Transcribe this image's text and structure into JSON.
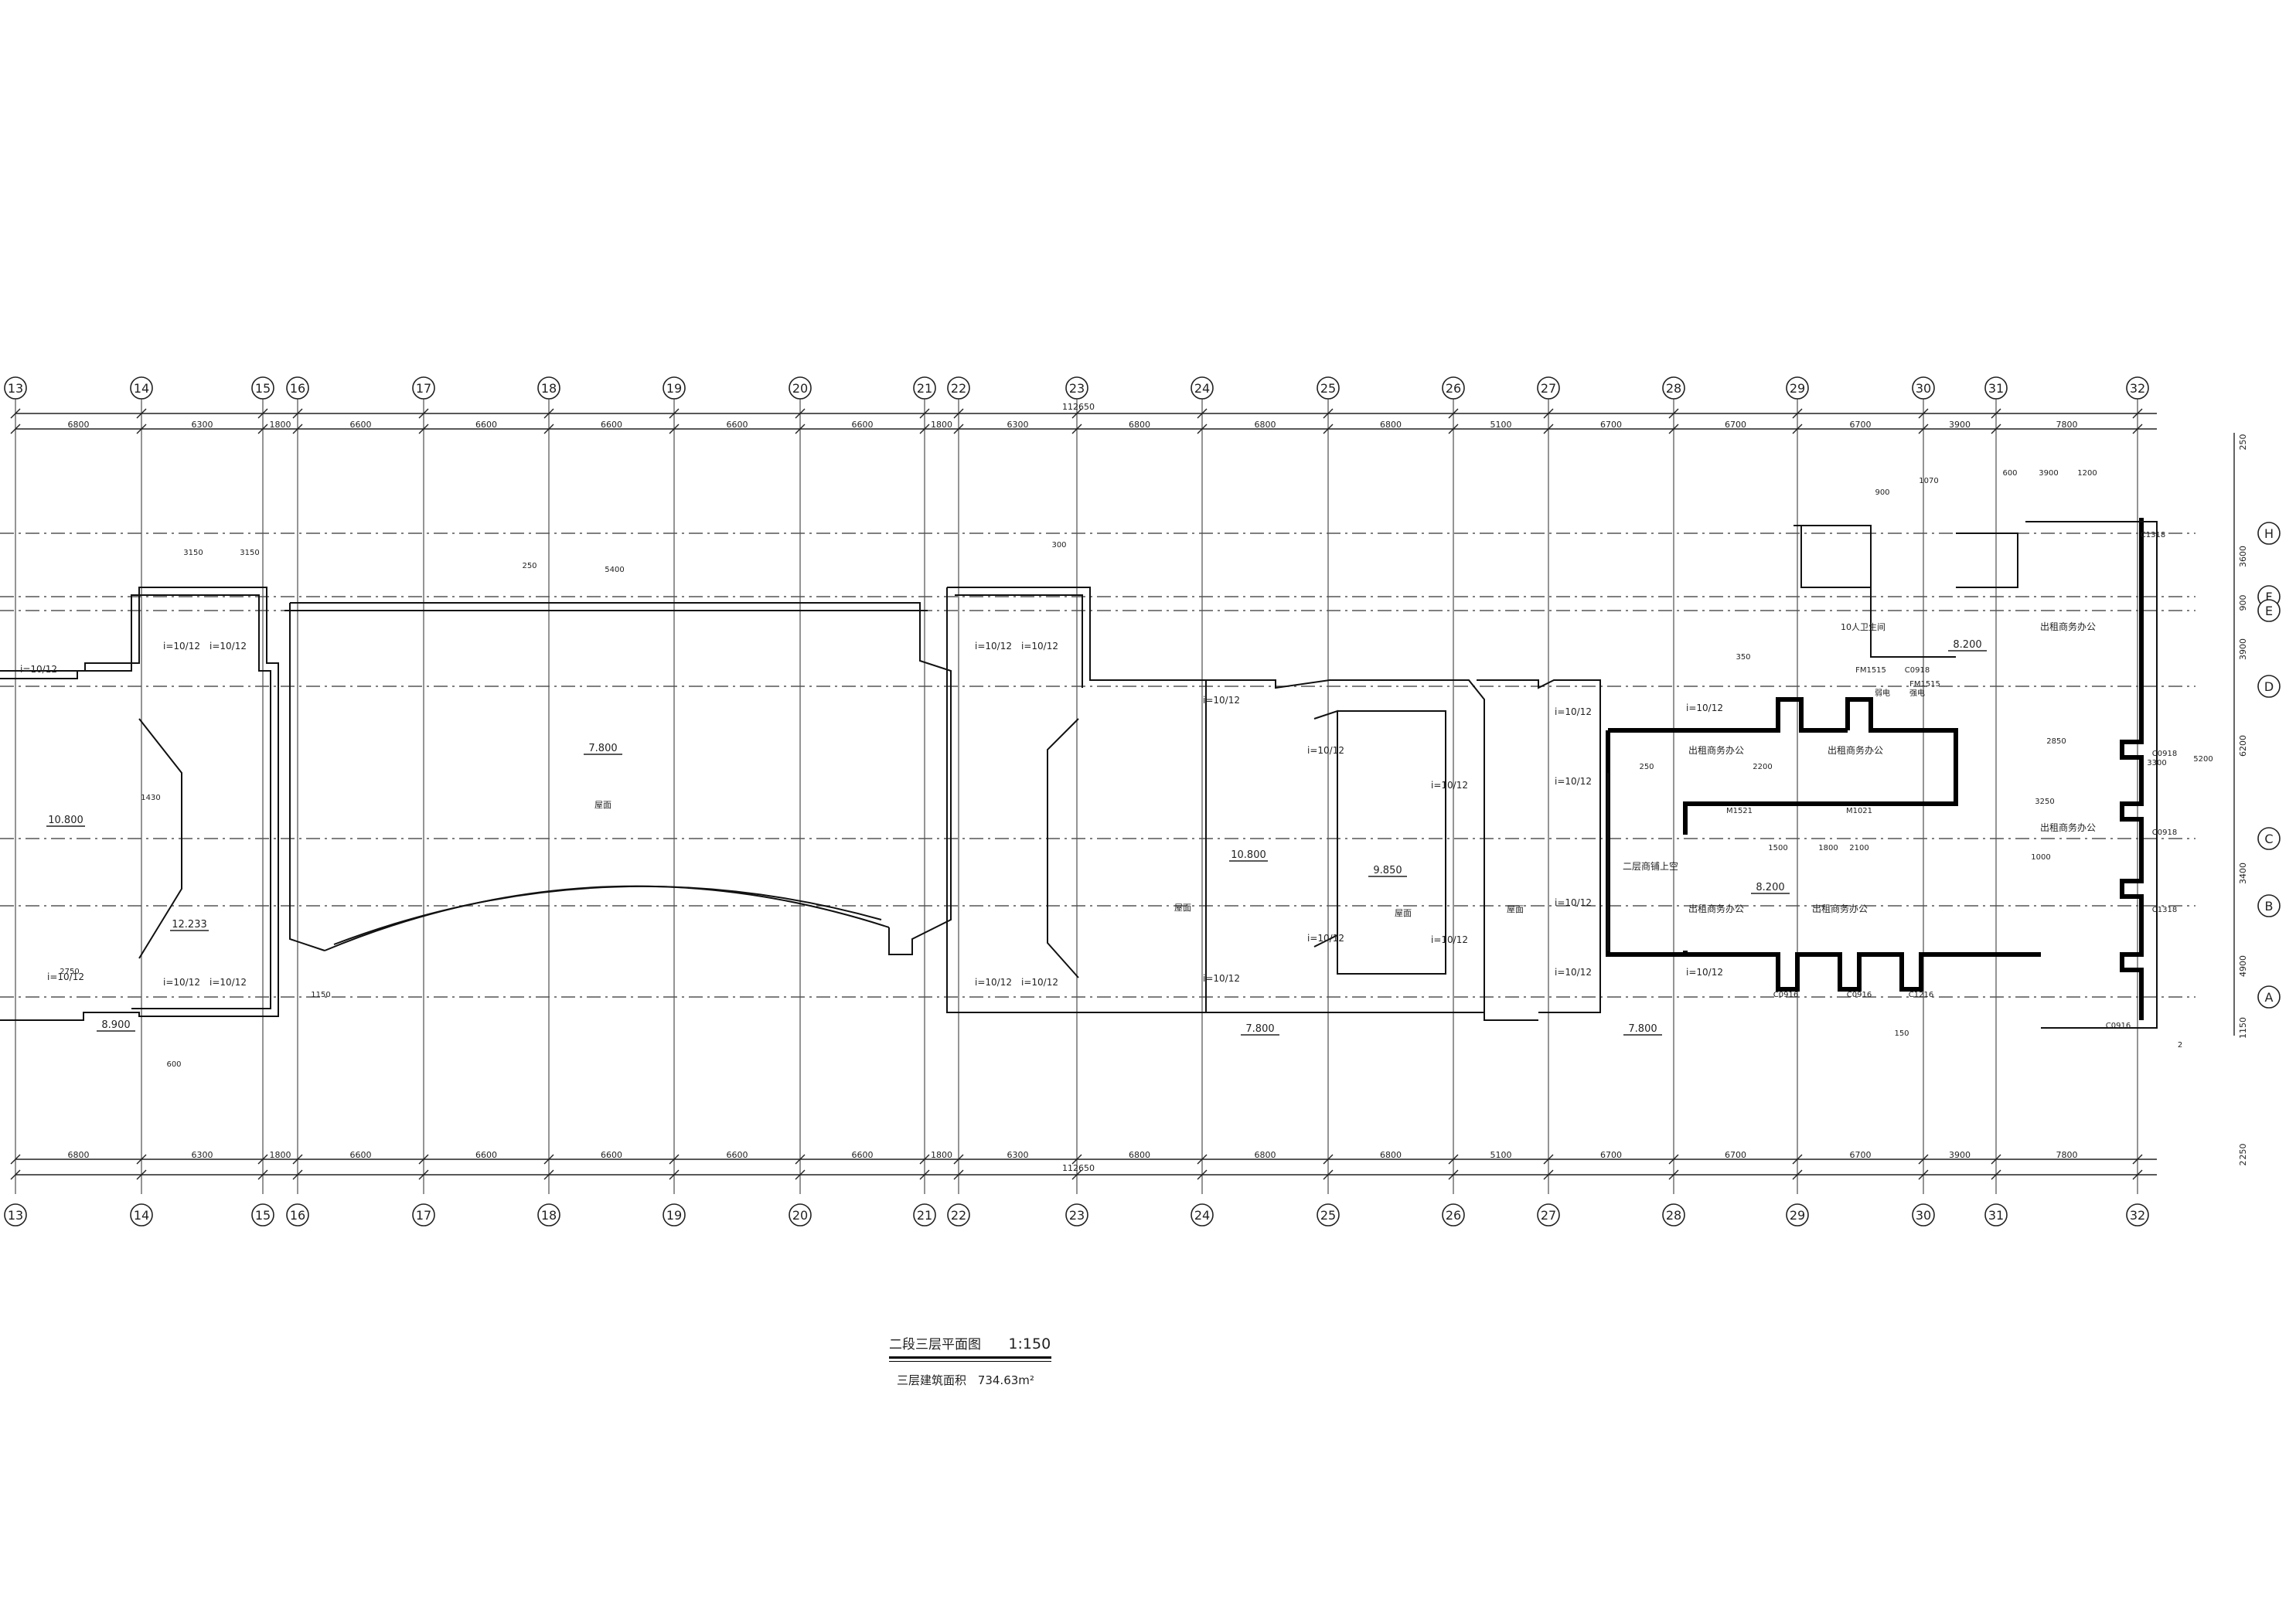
{
  "title": {
    "name": "二段三层平面图",
    "scale": "1:150",
    "area_label": "三层建筑面积",
    "area_value": "734.63m²"
  },
  "axes_columns": [
    "13",
    "14",
    "15",
    "16",
    "17",
    "18",
    "19",
    "20",
    "21",
    "22",
    "23",
    "24",
    "25",
    "26",
    "27",
    "28",
    "29",
    "30",
    "31",
    "32"
  ],
  "axes_rows": [
    "H",
    "F",
    "E",
    "D",
    "C",
    "B",
    "A"
  ],
  "dims_top": [
    "6800",
    "6300",
    "1800",
    "6600",
    "6600",
    "6600",
    "6600",
    "6600",
    "1800",
    "6300",
    "6800",
    "6800",
    "6800",
    "5100",
    "6700",
    "6700",
    "6700",
    "3900",
    "7800"
  ],
  "total_dim": "112650",
  "dims_right": [
    "250",
    "3600",
    "900",
    "3900",
    "6200",
    "3400",
    "4900",
    "1150",
    "250",
    "2"
  ],
  "elevations": [
    "10.800",
    "12.233",
    "7.800",
    "8.900",
    "10.800",
    "9.850",
    "7.800",
    "7.800",
    "8.200",
    "8.200"
  ],
  "slopes": [
    "i=10/12"
  ],
  "room_labels": {
    "roof": "屋面",
    "office": "出租商务办公",
    "void": "二层商铺上空",
    "toilet": "10人卫生间",
    "elec": "弱电",
    "power": "强电"
  },
  "door_labels": [
    "M1521",
    "M1021",
    "FM1515",
    "FM1515",
    "C0918",
    "C0918",
    "C0918",
    "C1318",
    "C1318",
    "C0916",
    "C0916",
    "C0916",
    "C1216"
  ],
  "misc_dims": [
    "3150",
    "3150",
    "600",
    "250",
    "300",
    "5400",
    "1430",
    "2750",
    "1150",
    "2200",
    "2100",
    "1500",
    "1800",
    "3250",
    "1000",
    "2850",
    "250",
    "350",
    "150",
    "900",
    "1070",
    "600",
    "3900",
    "1200",
    "3300",
    "5200",
    "2"
  ]
}
